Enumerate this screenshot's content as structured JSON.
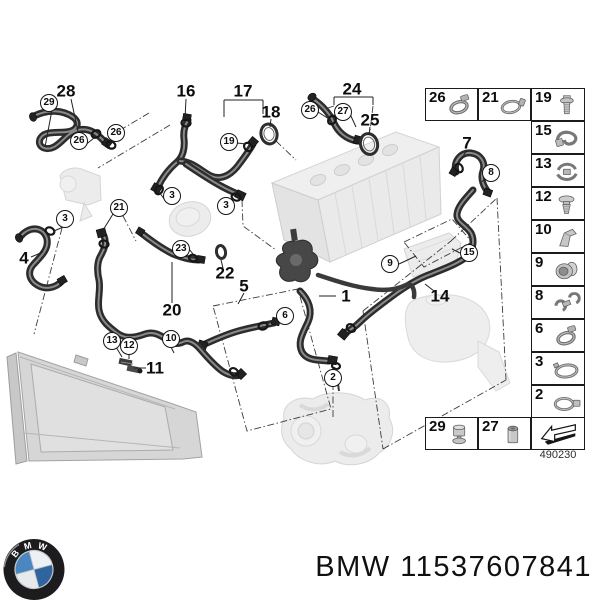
{
  "diagram": {
    "drawing_number": "490230",
    "callouts": {
      "plain": [
        {
          "label": "28"
        },
        {
          "label": "16"
        },
        {
          "label": "17"
        },
        {
          "label": "18"
        },
        {
          "label": "24"
        },
        {
          "label": "25"
        },
        {
          "label": "7"
        },
        {
          "label": "4"
        },
        {
          "label": "22"
        },
        {
          "label": "20"
        },
        {
          "label": "5"
        },
        {
          "label": "1"
        },
        {
          "label": "14"
        },
        {
          "label": "11"
        }
      ],
      "circled": [
        {
          "label": "29"
        },
        {
          "label": "26"
        },
        {
          "label": "26"
        },
        {
          "label": "26"
        },
        {
          "label": "27"
        },
        {
          "label": "19"
        },
        {
          "label": "3"
        },
        {
          "label": "3"
        },
        {
          "label": "3"
        },
        {
          "label": "21"
        },
        {
          "label": "23"
        },
        {
          "label": "8"
        },
        {
          "label": "9"
        },
        {
          "label": "15"
        },
        {
          "label": "6"
        },
        {
          "label": "2"
        },
        {
          "label": "10"
        },
        {
          "label": "13"
        },
        {
          "label": "12"
        }
      ]
    },
    "legend": {
      "top_row": [
        {
          "num": "26",
          "icon": "worm-clamp"
        },
        {
          "num": "21",
          "icon": "ring-clamp"
        },
        {
          "num": "19",
          "icon": "flange-bolt"
        }
      ],
      "column": [
        {
          "num": "15",
          "icon": "holder-clip"
        },
        {
          "num": "13",
          "icon": "clamp-clip"
        },
        {
          "num": "12",
          "icon": "push-rivet"
        },
        {
          "num": "10",
          "icon": "bracket-clip"
        },
        {
          "num": "9",
          "icon": "seal-housing"
        },
        {
          "num": "8",
          "icon": "double-holder"
        },
        {
          "num": "6",
          "icon": "worm-clamp"
        },
        {
          "num": "3",
          "icon": "band-clamp"
        },
        {
          "num": "2",
          "icon": "tab-clamp"
        }
      ],
      "bottom_row": [
        {
          "num": "29",
          "icon": "mount-grommet"
        },
        {
          "num": "27",
          "icon": "socket-plug"
        }
      ]
    }
  },
  "footer": {
    "caption": "BMW 11537607841",
    "logo": {
      "letters": [
        "B",
        "M",
        "W"
      ],
      "blue_light": "#4a86c0",
      "blue_dark": "#2f659f"
    }
  }
}
